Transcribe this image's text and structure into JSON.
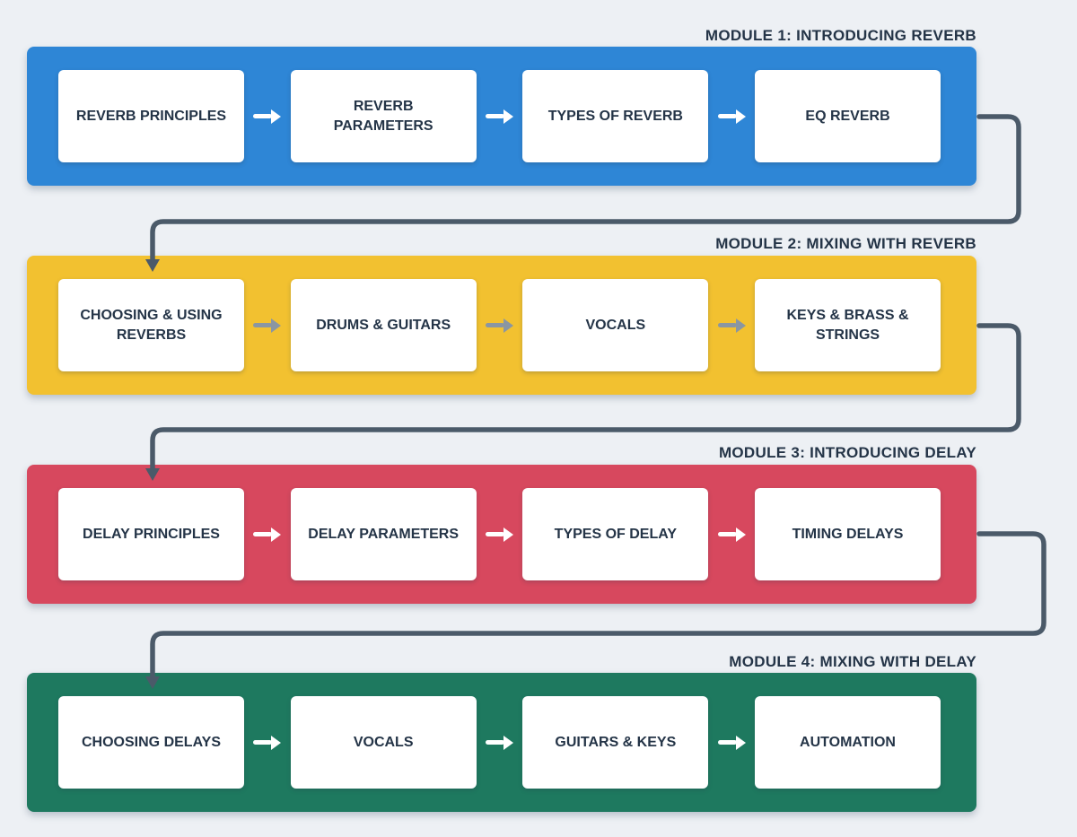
{
  "page": {
    "background": "#edf0f4",
    "text_color": "#243447",
    "connector_color": "#4b5a69",
    "box_background": "#ffffff"
  },
  "modules": [
    {
      "title": "MODULE 1: INTRODUCING REVERB",
      "color": "#2e86d6",
      "arrow_color": "#ffffff",
      "boxes": [
        "REVERB PRINCIPLES",
        "REVERB\nPARAMETERS",
        "TYPES OF REVERB",
        "EQ REVERB"
      ]
    },
    {
      "title": "MODULE 2: MIXING WITH REVERB",
      "color": "#f2c130",
      "arrow_color": "#8a96a2",
      "boxes": [
        "CHOOSING & USING\nREVERBS",
        "DRUMS & GUITARS",
        "VOCALS",
        "KEYS & BRASS &\nSTRINGS"
      ]
    },
    {
      "title": "MODULE 3: INTRODUCING DELAY",
      "color": "#d7485e",
      "arrow_color": "#ffffff",
      "boxes": [
        "DELAY PRINCIPLES",
        "DELAY PARAMETERS",
        "TYPES OF DELAY",
        "TIMING DELAYS"
      ]
    },
    {
      "title": "MODULE 4: MIXING WITH DELAY",
      "color": "#1e795f",
      "arrow_color": "#ffffff",
      "boxes": [
        "CHOOSING DELAYS",
        "VOCALS",
        "GUITARS & KEYS",
        "AUTOMATION"
      ]
    }
  ]
}
